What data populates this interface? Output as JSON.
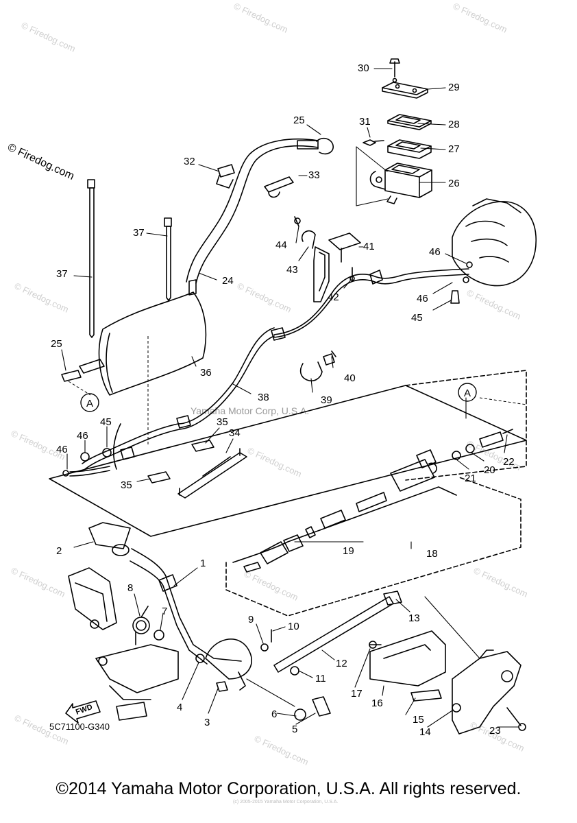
{
  "watermark": "© Firedog.com",
  "diagram_code": "5C71100-G340",
  "credit": "Yamaha Motor Corp, U.S.A.",
  "fwd_label": "FWD",
  "ref_label": "A",
  "footer": "©2014 Yamaha Motor Corporation, U.S.A. All rights reserved.",
  "tiny_note": "(c) 2005-2015 Yamaha Motor Corporation, U.S.A.",
  "callouts": [
    "30",
    "29",
    "28",
    "31",
    "27",
    "25",
    "26",
    "32",
    "33",
    "37",
    "44",
    "41",
    "43",
    "46",
    "24",
    "42",
    "37",
    "46",
    "45",
    "25",
    "36",
    "40",
    "38",
    "39",
    "A",
    "45",
    "46",
    "35",
    "34",
    "46",
    "22",
    "35",
    "21",
    "20",
    "2",
    "19",
    "18",
    "1",
    "8",
    "7",
    "13",
    "9",
    "10",
    "12",
    "11",
    "17",
    "16",
    "4",
    "3",
    "6",
    "5",
    "15",
    "14",
    "23"
  ]
}
